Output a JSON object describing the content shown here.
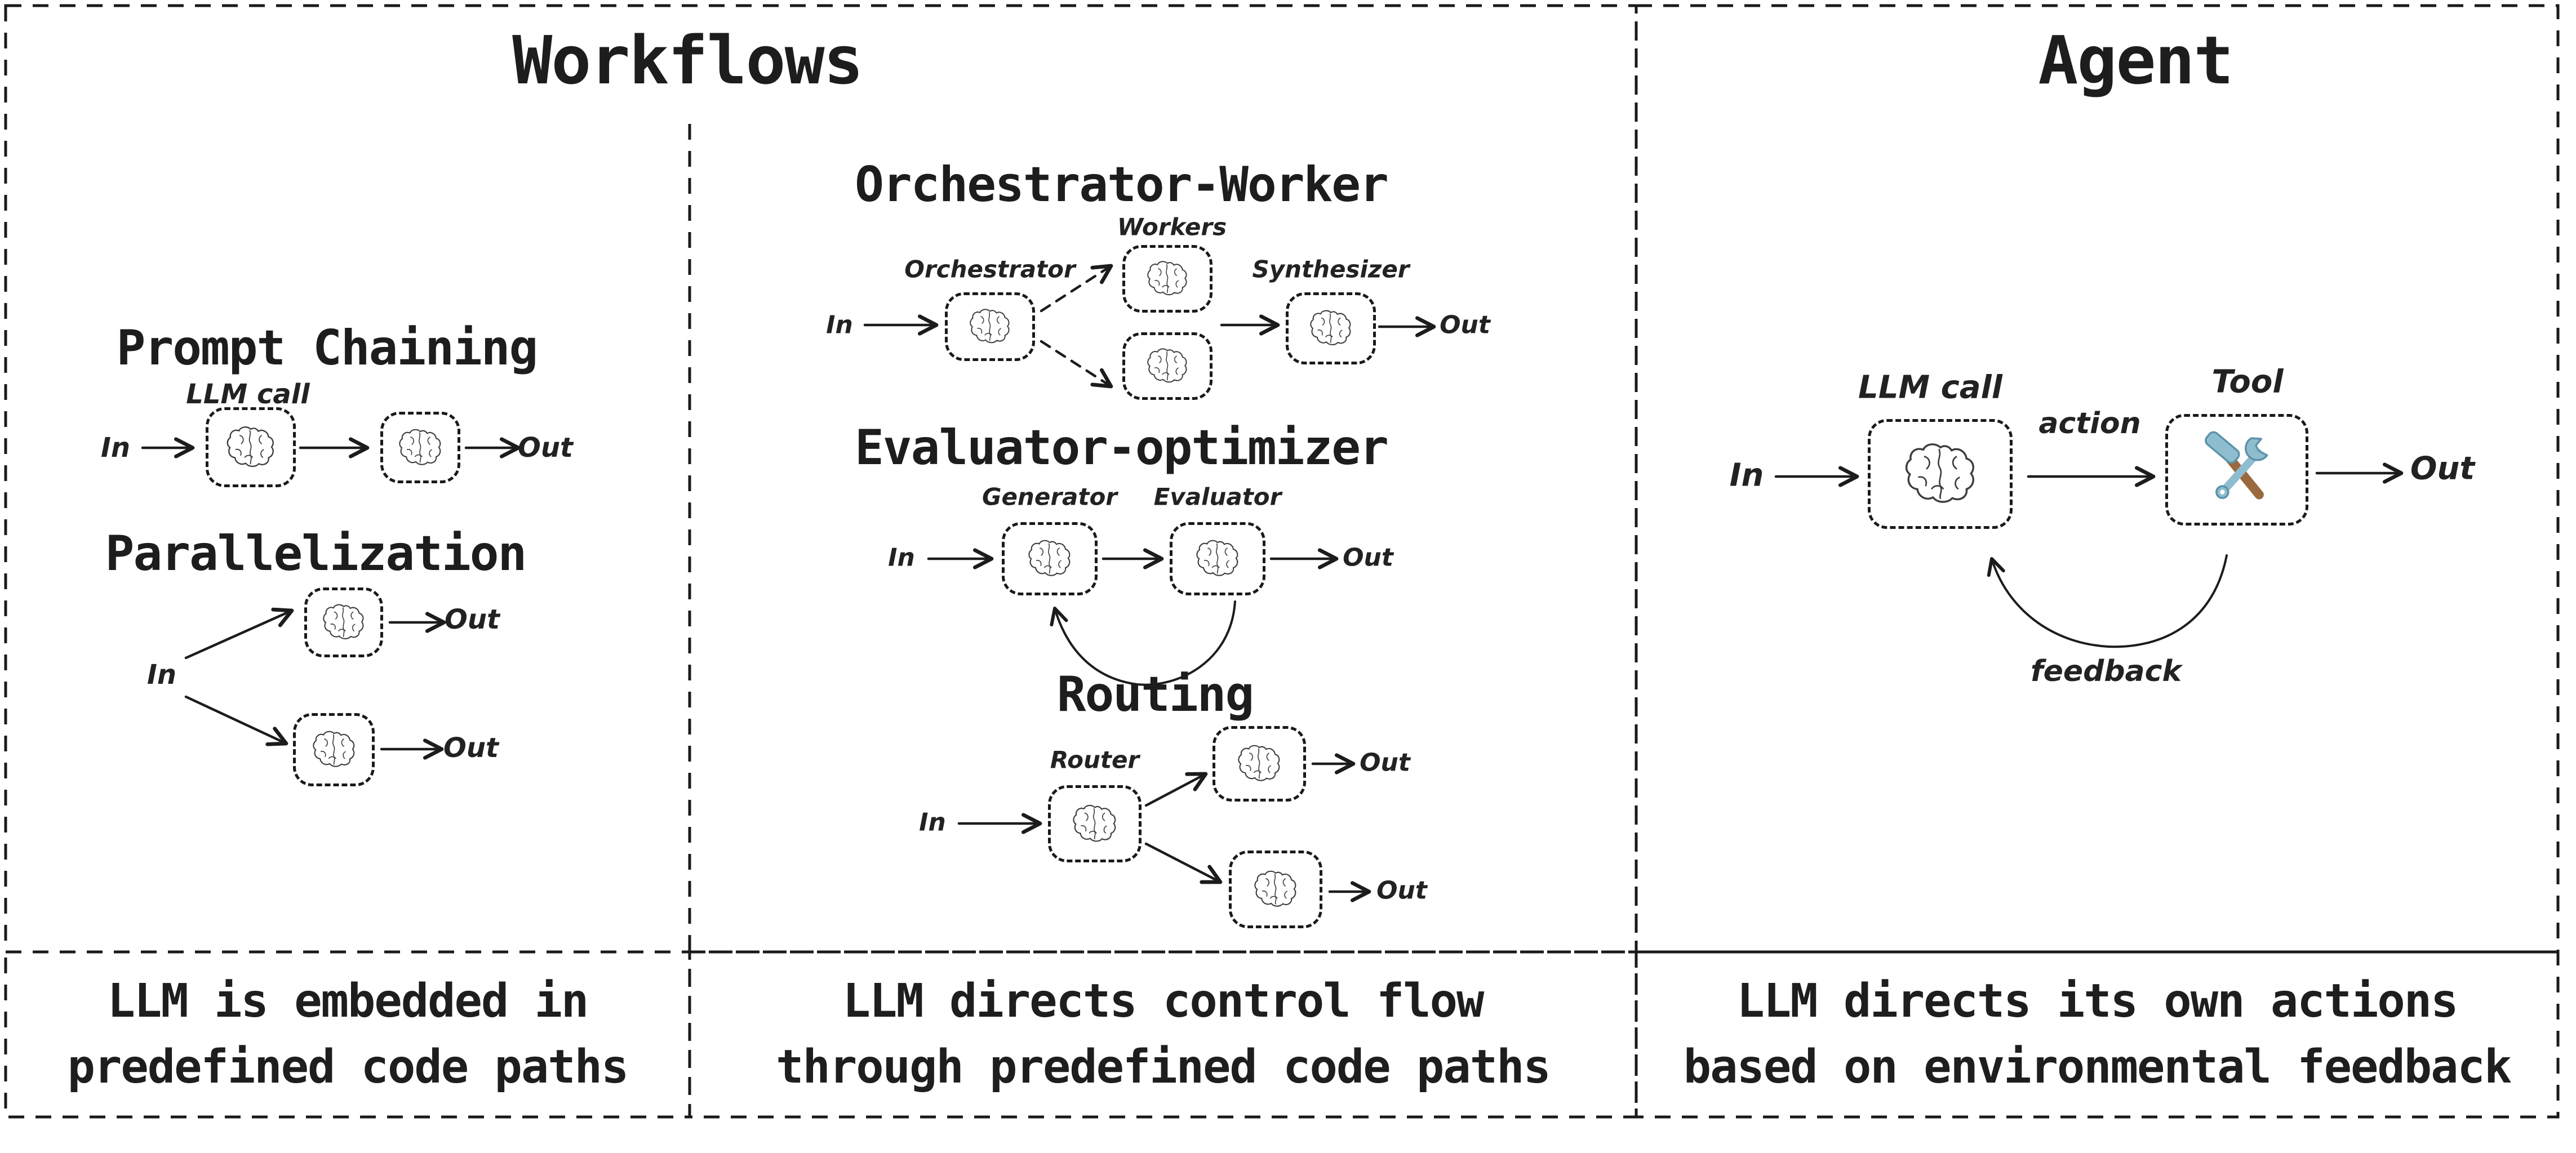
{
  "titles": {
    "workflows": "Workflows",
    "agent": "Agent"
  },
  "colors": {
    "ink": "#1c1c1c",
    "border": "#1a1a1a",
    "tool_blue": "#8fbdd0",
    "tool_blue_dark": "#5d93a9",
    "tool_brown": "#9a6a3e"
  },
  "workflows": {
    "prompt_chaining": {
      "heading": "Prompt Chaining",
      "llm_call_label": "LLM call",
      "in": "In",
      "out": "Out"
    },
    "parallelization": {
      "heading": "Parallelization",
      "in": "In",
      "out_top": "Out",
      "out_bottom": "Out"
    },
    "orchestrator_worker": {
      "heading": "Orchestrator-Worker",
      "orchestrator": "Orchestrator",
      "workers": "Workers",
      "synthesizer": "Synthesizer",
      "in": "In",
      "out": "Out"
    },
    "evaluator_optimizer": {
      "heading": "Evaluator-optimizer",
      "generator": "Generator",
      "evaluator": "Evaluator",
      "in": "In",
      "out": "Out"
    },
    "routing": {
      "heading": "Routing",
      "router": "Router",
      "in": "In",
      "out_top": "Out",
      "out_bottom": "Out"
    }
  },
  "agent": {
    "llm_call": "LLM call",
    "tool": "Tool",
    "action": "action",
    "feedback": "feedback",
    "in": "In",
    "out": "Out"
  },
  "captions": {
    "workflows_left": {
      "line1": "LLM is embedded in",
      "line2": "predefined code paths"
    },
    "workflows_right": {
      "line1": "LLM directs control flow",
      "line2": "through predefined code paths"
    },
    "agent": {
      "line1": "LLM directs its own actions",
      "line2": "based on environmental feedback"
    }
  }
}
